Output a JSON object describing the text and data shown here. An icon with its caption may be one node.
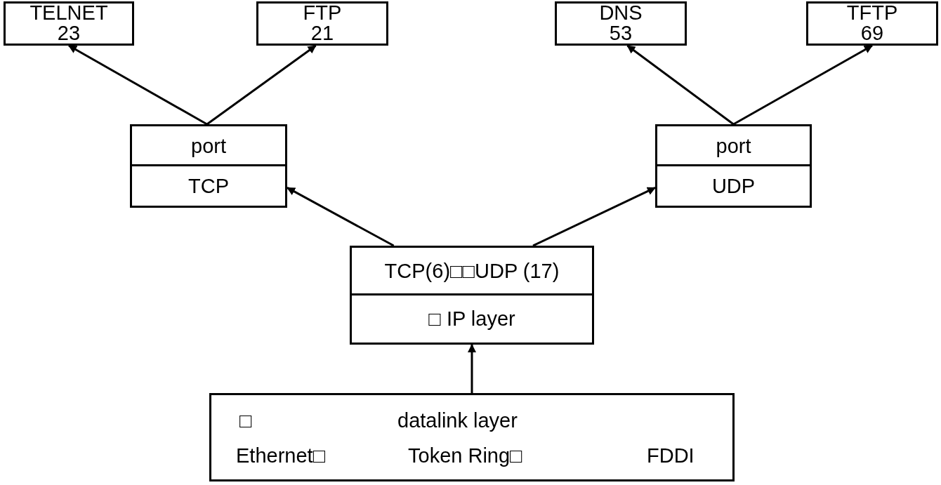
{
  "diagram": {
    "nodes": [
      {
        "text": [
          "TELNET",
          "23"
        ]
      },
      {
        "text": [
          "FTP",
          "21"
        ]
      },
      {
        "text": [
          "DNS",
          "53"
        ]
      },
      {
        "text": [
          "TFTP",
          "69"
        ]
      },
      {
        "text": [
          "port",
          "TCP"
        ]
      },
      {
        "text": [
          "port",
          "UDP"
        ]
      },
      {
        "text": [
          "TCP(6)□□UDP (17)",
          "□ IP layer"
        ]
      },
      {
        "text": [
          "□",
          "datalink layer",
          "Ethernet□",
          "Token Ring□",
          "FDDI"
        ]
      }
    ],
    "edges": [
      {
        "from": 4,
        "to": 0,
        "arrow": "to"
      },
      {
        "from": 4,
        "to": 1,
        "arrow": "to"
      },
      {
        "from": 5,
        "to": 2,
        "arrow": "to"
      },
      {
        "from": 5,
        "to": 3,
        "arrow": "to"
      },
      {
        "from": 6,
        "to": 4,
        "arrow": "to"
      },
      {
        "from": 6,
        "to": 5,
        "arrow": "to"
      },
      {
        "from": 7,
        "to": 6,
        "arrow": "to"
      }
    ]
  }
}
